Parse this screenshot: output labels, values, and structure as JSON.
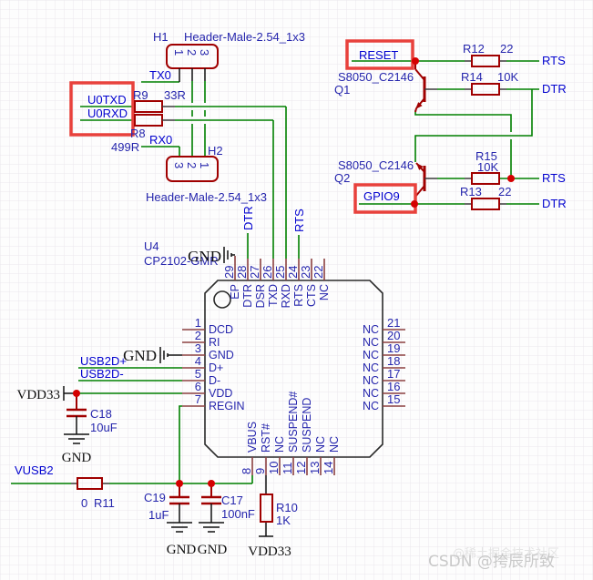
{
  "colors": {
    "wire_green": "#008000",
    "component_red": "#a00000",
    "pin_stub": "#8b4040",
    "designator_blue": "#2626ad",
    "net_blue": "#0202cf",
    "power_black": "#101010",
    "junction_red": "#d40000",
    "highlight_red": "#e8413c",
    "grid_gray": "#e9e7ec"
  },
  "headers": {
    "h1": {
      "ref": "H1",
      "part": "Header-Male-2.54_1x3",
      "pins": [
        "1",
        "2",
        "3"
      ]
    },
    "h2": {
      "ref": "H2",
      "part": "Header-Male-2.54_1x3",
      "pins": [
        "3",
        "2",
        "1"
      ]
    }
  },
  "nets": {
    "tx0": "TX0",
    "rx0": "RX0",
    "u0txd": "U0TXD",
    "u0rxd": "U0RXD",
    "reset": "RESET",
    "gpio9": "GPIO9",
    "rts": "RTS",
    "dtr": "DTR",
    "usb2dp": "USB2D+",
    "usb2dm": "USB2D-",
    "vusb2": "VUSB2"
  },
  "power": {
    "gnd": "GND",
    "vdd33": "VDD33"
  },
  "resistors": {
    "r8": {
      "ref": "R8",
      "value": "499R"
    },
    "r9": {
      "ref": "R9",
      "value": "33R"
    },
    "r10": {
      "ref": "R10",
      "value": "1K"
    },
    "r11": {
      "ref": "R11",
      "value": "0"
    },
    "r12": {
      "ref": "R12",
      "value": "22"
    },
    "r13": {
      "ref": "R13",
      "value": "22"
    },
    "r14": {
      "ref": "R14",
      "value": "10K"
    },
    "r15": {
      "ref": "R15",
      "value": "10K"
    }
  },
  "capacitors": {
    "c17": {
      "ref": "C17",
      "value": "100nF"
    },
    "c18": {
      "ref": "C18",
      "value": "10uF"
    },
    "c19": {
      "ref": "C19",
      "value": "1uF"
    }
  },
  "transistors": {
    "q1": {
      "ref": "Q1",
      "part": "S8050_C2146"
    },
    "q2": {
      "ref": "Q2",
      "part": "S8050_C2146"
    }
  },
  "chip": {
    "ref": "U4",
    "part": "CP2102-GMR",
    "pins": {
      "top": [
        {
          "num": "29",
          "name": "EP"
        },
        {
          "num": "28",
          "name": "DTR"
        },
        {
          "num": "27",
          "name": "DSR"
        },
        {
          "num": "26",
          "name": "TXD"
        },
        {
          "num": "25",
          "name": "RXD"
        },
        {
          "num": "24",
          "name": "RTS"
        },
        {
          "num": "23",
          "name": "CTS"
        },
        {
          "num": "22",
          "name": "NC"
        }
      ],
      "left": [
        {
          "num": "1",
          "name": "DCD"
        },
        {
          "num": "2",
          "name": "RI"
        },
        {
          "num": "3",
          "name": "GND"
        },
        {
          "num": "4",
          "name": "D+"
        },
        {
          "num": "5",
          "name": "D-"
        },
        {
          "num": "6",
          "name": "VDD"
        },
        {
          "num": "7",
          "name": "REGIN"
        }
      ],
      "right": [
        {
          "num": "21",
          "name": "NC"
        },
        {
          "num": "20",
          "name": "NC"
        },
        {
          "num": "19",
          "name": "NC"
        },
        {
          "num": "18",
          "name": "NC"
        },
        {
          "num": "17",
          "name": "NC"
        },
        {
          "num": "16",
          "name": "NC"
        },
        {
          "num": "15",
          "name": "NC"
        }
      ],
      "bottom": [
        {
          "num": "8",
          "name": "VBUS"
        },
        {
          "num": "9",
          "name": "RST#"
        },
        {
          "num": "10",
          "name": "NC"
        },
        {
          "num": "11",
          "name": "SUSPEND#"
        },
        {
          "num": "12",
          "name": "SUSPEND"
        },
        {
          "num": "13",
          "name": "NC"
        },
        {
          "num": "14",
          "name": "NC"
        }
      ]
    }
  },
  "watermark": {
    "text": "CSDN @挎辰所致",
    "overlay": "@稀土掘金技术社区"
  }
}
